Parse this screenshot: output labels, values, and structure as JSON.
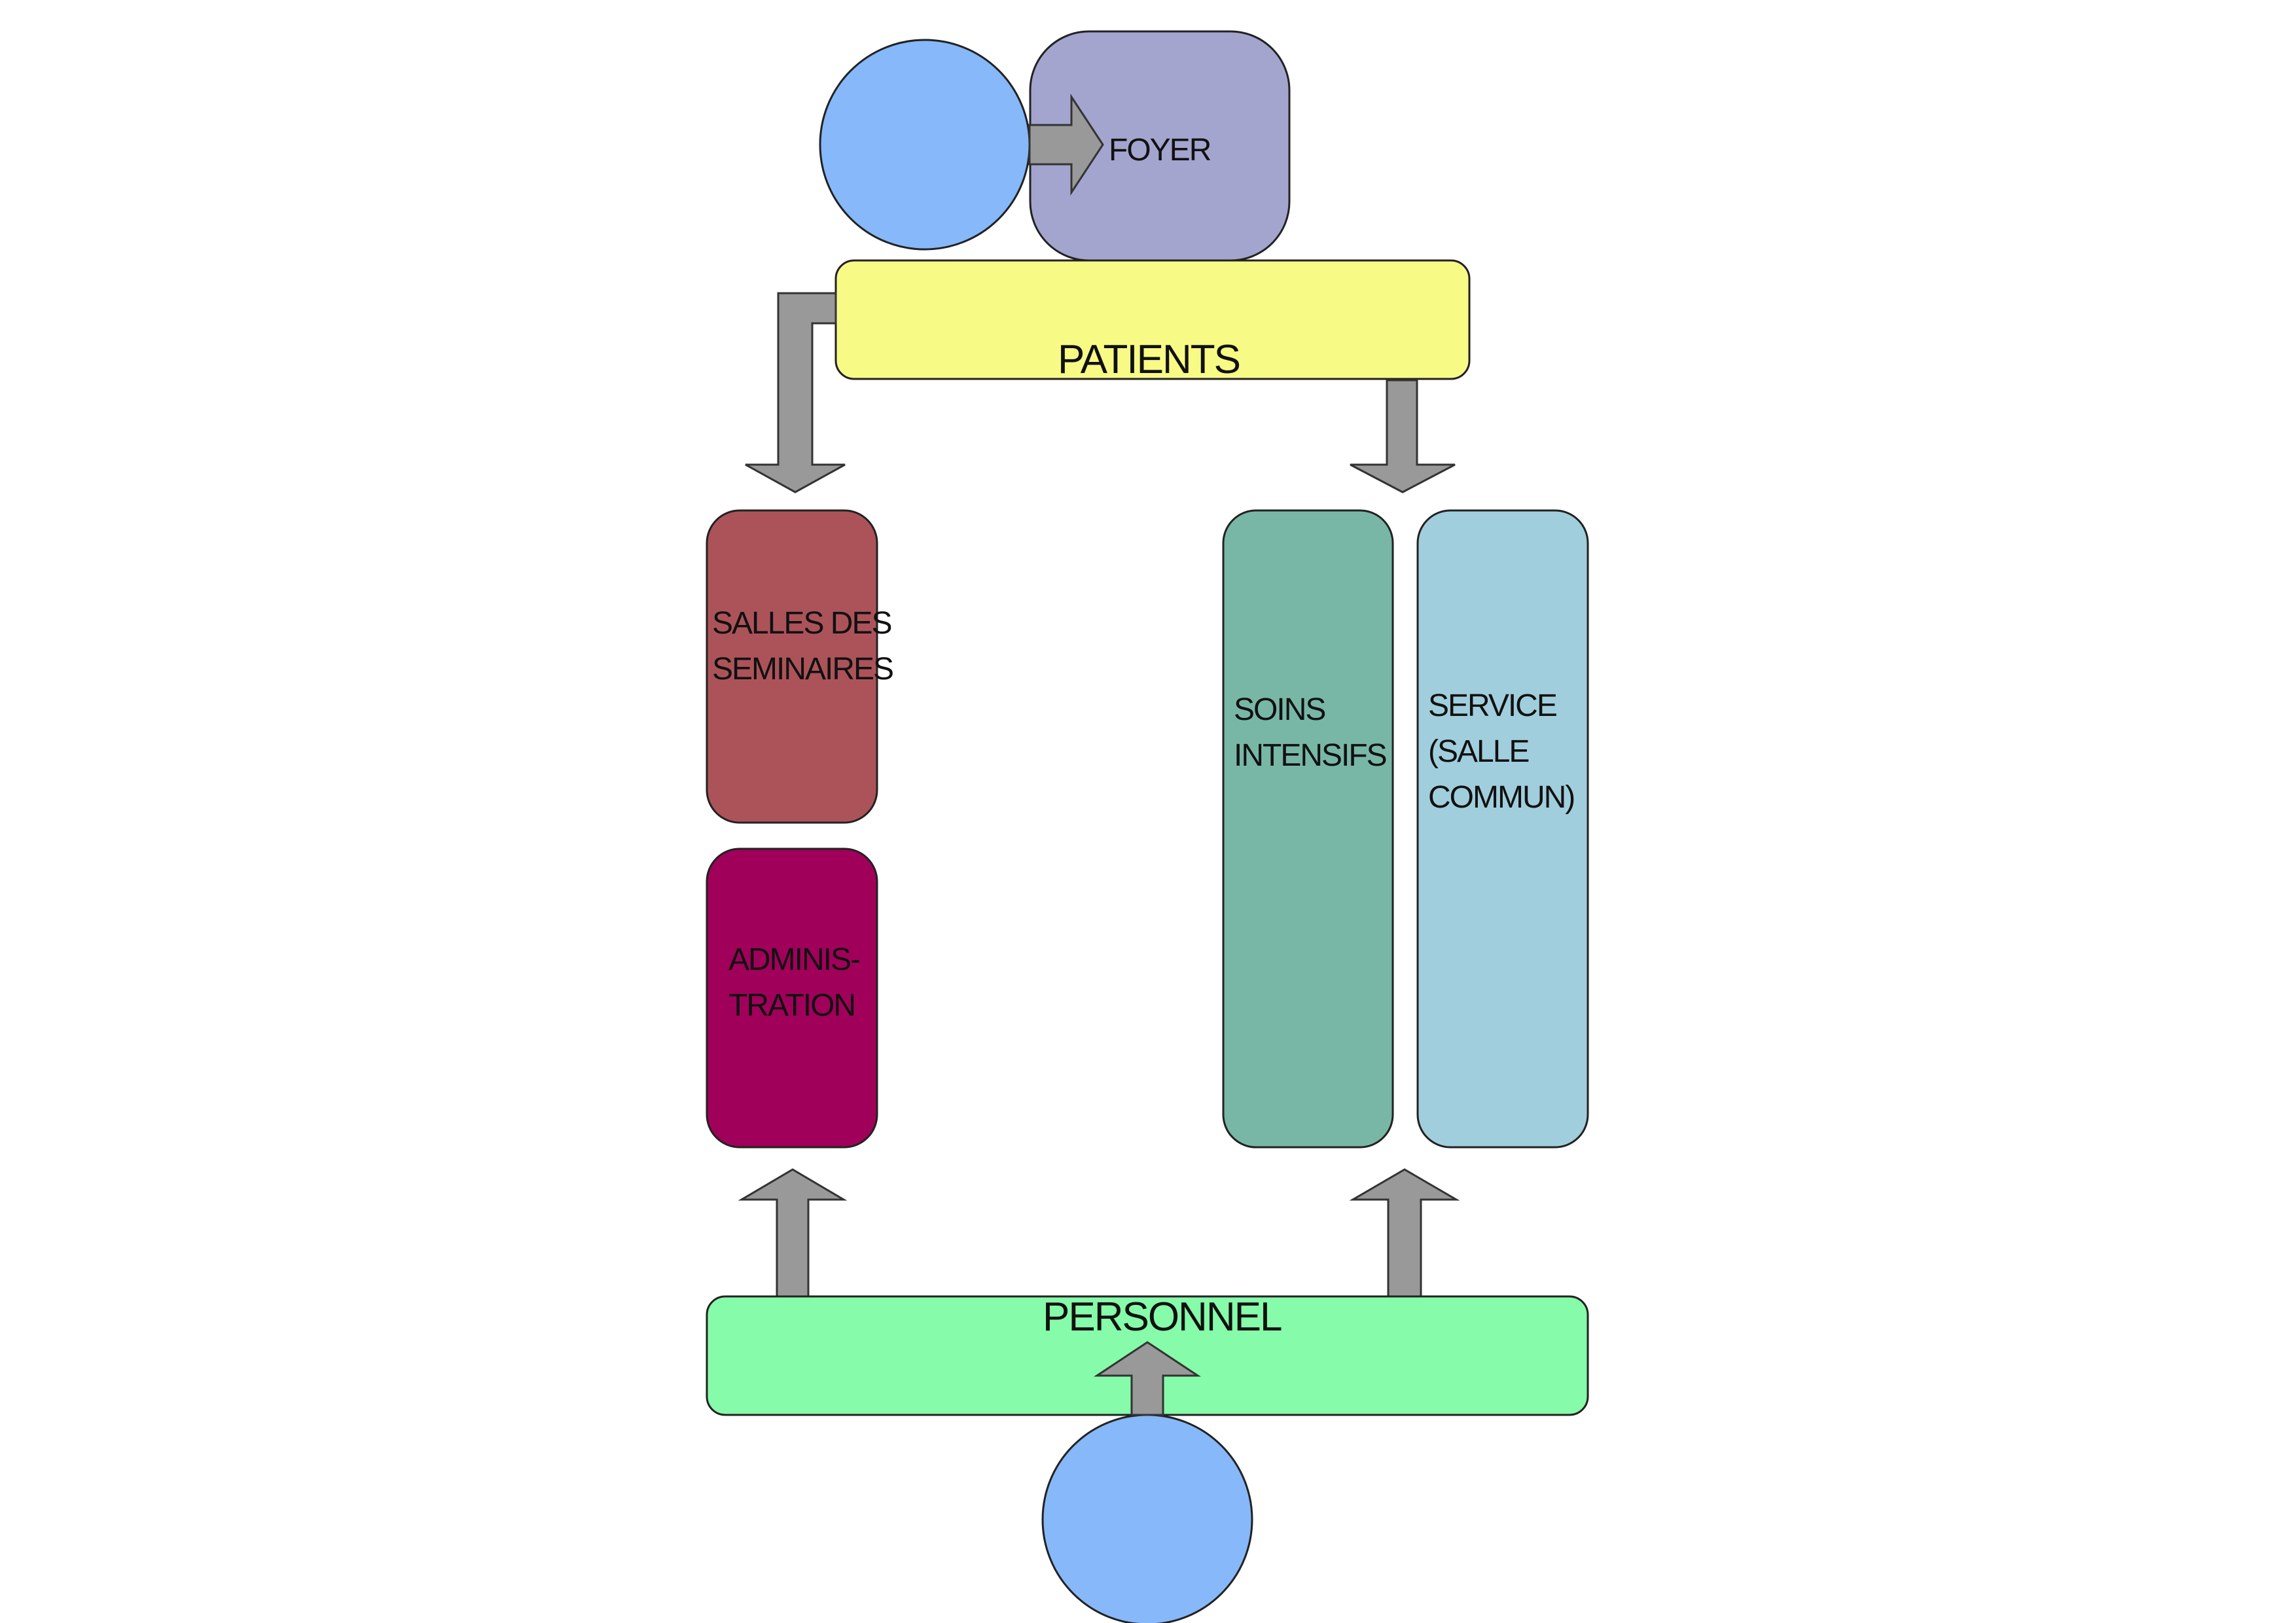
{
  "diagram": {
    "nodes": {
      "foyer": {
        "label": "FOYER",
        "color": "#A3A5CF"
      },
      "patients": {
        "label": "PATIENTS",
        "color": "#F8FA86"
      },
      "salles": {
        "line1": "SALLES DES",
        "line2": "SEMINAIRES",
        "color": "#AC535A"
      },
      "administration": {
        "line1": "ADMINIS-",
        "line2": "TRATION",
        "color": "#A1005A"
      },
      "soins": {
        "line1": "SOINS",
        "line2": "INTENSIFS",
        "color": "#78B7A6"
      },
      "service": {
        "line1": "SERVICE",
        "line2": "(SALLE",
        "line3": "COMMUN)",
        "color": "#A1CEDC"
      },
      "personnel": {
        "label": "PERSONNEL",
        "color": "#86FBA9"
      }
    },
    "entry_circle_color": "#86B8FA",
    "arrow_color": "#999999",
    "edges": [
      {
        "from": "entry-top-circle",
        "to": "foyer"
      },
      {
        "from": "patients",
        "to": "salles"
      },
      {
        "from": "patients",
        "to": "soins"
      },
      {
        "from": "personnel",
        "to": "administration"
      },
      {
        "from": "personnel",
        "to": "soins"
      },
      {
        "from": "entry-bottom-circle",
        "to": "personnel"
      }
    ]
  }
}
